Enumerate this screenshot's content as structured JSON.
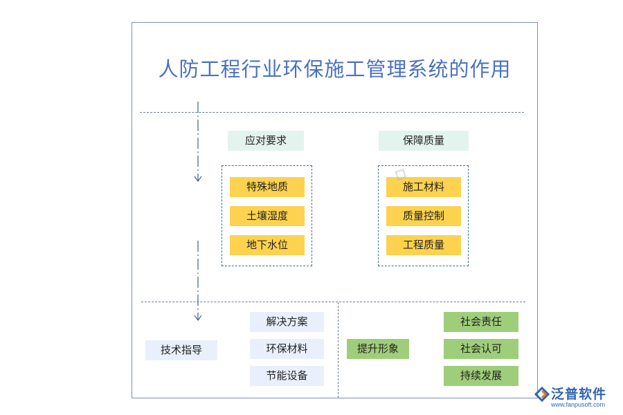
{
  "title": "人防工程行业环保施工管理系统的作用",
  "top_left": {
    "header": "应对要求",
    "items": [
      "特殊地质",
      "土壤湿度",
      "地下水位"
    ]
  },
  "top_right": {
    "header": "保障质量",
    "items": [
      "施工材料",
      "质量控制",
      "工程质量"
    ]
  },
  "bottom_left": {
    "main": "技术指导",
    "items": [
      "解决方案",
      "环保材料",
      "节能设备"
    ]
  },
  "bottom_right": {
    "main": "提升形象",
    "items": [
      "社会责任",
      "社会认可",
      "持续发展"
    ]
  },
  "logo": {
    "name": "泛普软件",
    "url": "www.fanpusoft.com"
  },
  "watermark": "泛普软件",
  "colors": {
    "title": "#4a72c2",
    "header_bg": "#e3f4ef",
    "yellow": "#fdd24f",
    "green": "#9fce7a",
    "pale_blue": "#e9f0fb",
    "border": "#7a8fb8"
  }
}
